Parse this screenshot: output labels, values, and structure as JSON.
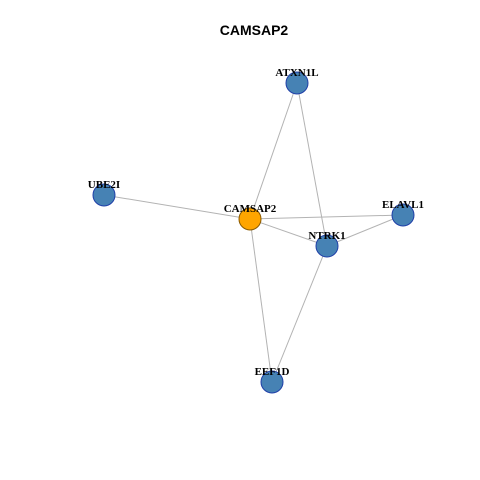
{
  "title": "CAMSAP2",
  "colors": {
    "center_node": "#FFA500",
    "neighbor_node": "#4682B4",
    "edge": "#B3B3B3"
  },
  "graph": {
    "nodes": [
      {
        "id": "CAMSAP2",
        "label": "CAMSAP2",
        "role": "center"
      },
      {
        "id": "ATXN1L",
        "label": "ATXN1L",
        "role": "neighbor"
      },
      {
        "id": "UBE2I",
        "label": "UBE2I",
        "role": "neighbor"
      },
      {
        "id": "ELAVL1",
        "label": "ELAVL1",
        "role": "neighbor"
      },
      {
        "id": "NTRK1",
        "label": "NTRK1",
        "role": "neighbor"
      },
      {
        "id": "EEF1D",
        "label": "EEF1D",
        "role": "neighbor"
      }
    ],
    "edges": [
      [
        "CAMSAP2",
        "ATXN1L"
      ],
      [
        "CAMSAP2",
        "UBE2I"
      ],
      [
        "CAMSAP2",
        "ELAVL1"
      ],
      [
        "CAMSAP2",
        "NTRK1"
      ],
      [
        "CAMSAP2",
        "EEF1D"
      ],
      [
        "ATXN1L",
        "NTRK1"
      ],
      [
        "ELAVL1",
        "NTRK1"
      ],
      [
        "NTRK1",
        "EEF1D"
      ]
    ]
  }
}
